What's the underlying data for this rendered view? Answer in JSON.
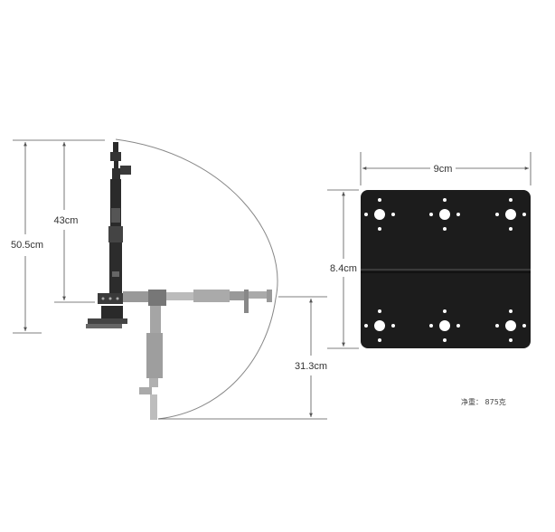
{
  "dimensions": {
    "total_height": "50.5cm",
    "upper_height": "43cm",
    "reach": "31.3cm",
    "plate_width": "9cm",
    "plate_height": "8.4cm"
  },
  "net_weight": "净重：  875克",
  "colors": {
    "plate": "#1c1c1c",
    "arm_dark": "#2a2a2a",
    "arm_light": "#9a9a9a",
    "line": "#555555"
  }
}
